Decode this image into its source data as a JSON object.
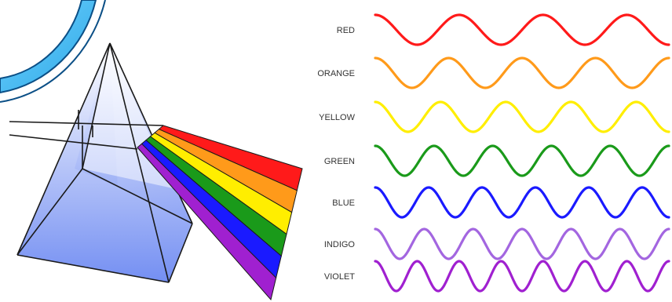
{
  "diagram": {
    "colors": {
      "background": "#ffffff",
      "prism_stroke": "#1a1a1a",
      "prism_fill_light": "#ffffff",
      "prism_fill_dark": "#5b7bf0",
      "arc_fill": "#2ea9e6",
      "arc_edge": "#0b4f86"
    },
    "waves": [
      {
        "label": "RED",
        "color": "#ff1a1a",
        "cycles": 3.5
      },
      {
        "label": "ORANGE",
        "color": "#ff9a1a",
        "cycles": 4
      },
      {
        "label": "YELLOW",
        "color": "#ffee00",
        "cycles": 4.5
      },
      {
        "label": "GREEN",
        "color": "#1a9a1a",
        "cycles": 5
      },
      {
        "label": "BLUE",
        "color": "#1a1aff",
        "cycles": 5.5
      },
      {
        "label": "INDIGO",
        "color": "#a366e0",
        "cycles": 6
      },
      {
        "label": "VIOLET",
        "color": "#a020d0",
        "cycles": 7
      }
    ],
    "beams": [
      {
        "color": "#ff1a1a"
      },
      {
        "color": "#ff9a1a"
      },
      {
        "color": "#ffee00"
      },
      {
        "color": "#1a9a1a"
      },
      {
        "color": "#1a1aff"
      },
      {
        "color": "#a020d0"
      }
    ]
  }
}
